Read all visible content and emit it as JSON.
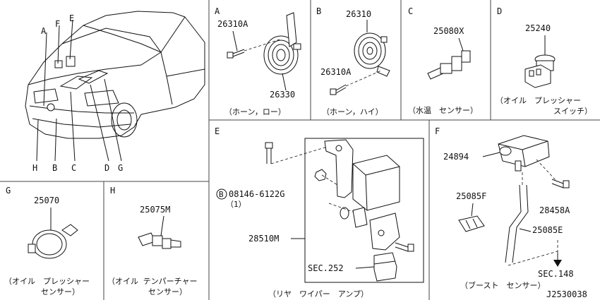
{
  "car_overview": {
    "callouts": [
      "A",
      "F",
      "E",
      "H",
      "B",
      "C",
      "D",
      "G"
    ]
  },
  "panels": {
    "a": {
      "letter": "A",
      "parts": [
        "26310A",
        "26330"
      ],
      "caption": "（ホーン，ロー）"
    },
    "b": {
      "letter": "B",
      "parts": [
        "26310",
        "26310A"
      ],
      "caption": "（ホーン，ハイ）"
    },
    "c": {
      "letter": "C",
      "parts": [
        "25080X"
      ],
      "caption": "（水温　センサー）"
    },
    "d": {
      "letter": "D",
      "parts": [
        "25240"
      ],
      "caption_line1": "（オイル　プレッシャー",
      "caption_line2": "スイッチ）"
    },
    "e": {
      "letter": "E",
      "bolt_symbol": "B",
      "bolt_part": "08146-6122G",
      "bolt_qty": "（1）",
      "parts": [
        "28510M",
        "SEC.252"
      ],
      "caption": "（リヤ　ワイパー　アンプ）"
    },
    "f": {
      "letter": "F",
      "parts": [
        "24894",
        "25085F",
        "28458A",
        "25085E",
        "SEC.148"
      ],
      "caption": "（ブースト　センサー）"
    },
    "g": {
      "letter": "G",
      "parts": [
        "25070"
      ],
      "caption_line1": "（オイル　プレッシャー",
      "caption_line2": "センサー）"
    },
    "h": {
      "letter": "H",
      "parts": [
        "25075M"
      ],
      "caption_line1": "（オイル テンパーチャー",
      "caption_line2": "センサー）"
    }
  },
  "drawing_code": "J2530038"
}
